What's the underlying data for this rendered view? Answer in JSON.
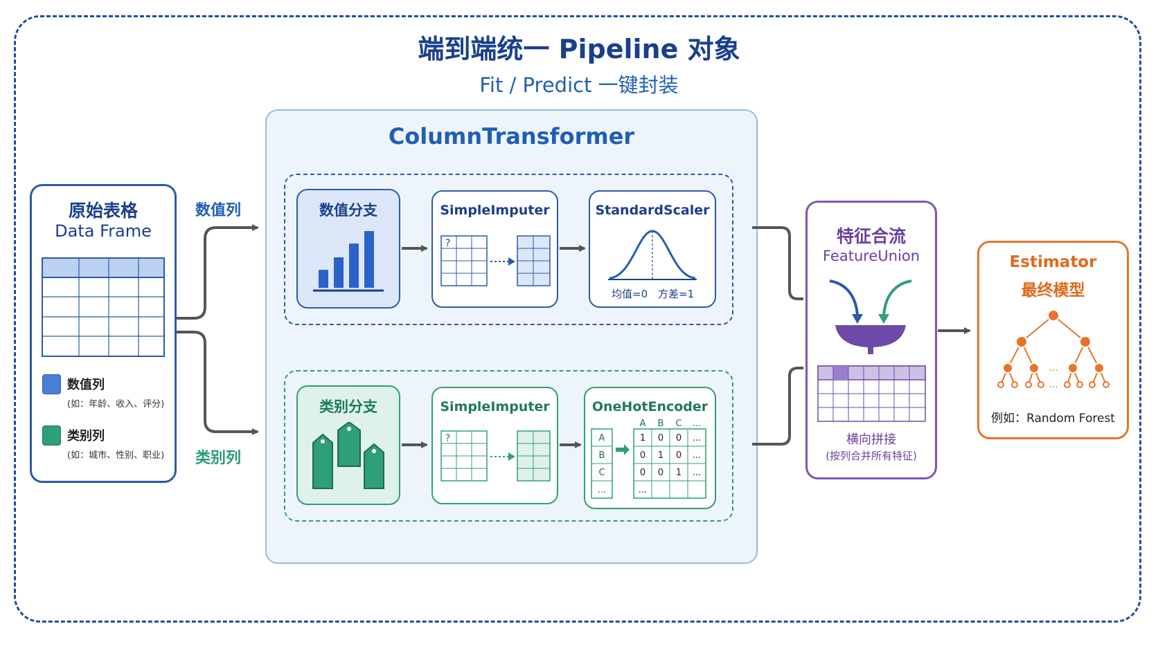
{
  "title": "端到端统一 Pipeline 对象",
  "subtitle": "Fit / Predict 一键封装",
  "data_frame": {
    "title_cn": "原始表格",
    "title_en": "Data Frame",
    "legend": [
      {
        "label": "数值列",
        "note": "(如：年龄、收入、评分)",
        "color": "#4a7fd6"
      },
      {
        "label": "类别列",
        "note": "(如：城市、性别、职业)",
        "color": "#2e9f78"
      }
    ]
  },
  "flow_labels": {
    "numeric": "数值列",
    "categorical": "类别列"
  },
  "column_transformer": {
    "title": "ColumnTransformer",
    "numeric_branch": {
      "branch_label": "数值分支",
      "imputer_label": "SimpleImputer",
      "scaler_label": "StandardScaler",
      "scaler_mean": "均值=0",
      "scaler_var": "方差=1",
      "missing_mark": "?"
    },
    "categorical_branch": {
      "branch_label": "类别分支",
      "imputer_label": "SimpleImputer",
      "encoder_label": "OneHotEncoder",
      "missing_mark": "?",
      "encoder_rows_in": [
        "A",
        "B",
        "C",
        "..."
      ],
      "encoder_cols": [
        "A",
        "B",
        "C",
        "..."
      ],
      "encoder_matrix": [
        [
          "1",
          "0",
          "0",
          "..."
        ],
        [
          "0",
          "1",
          "0",
          "..."
        ],
        [
          "0",
          "0",
          "1",
          "..."
        ],
        [
          "...",
          "",
          "",
          ""
        ]
      ]
    }
  },
  "feature_union": {
    "title_cn": "特征合流",
    "title_en": "FeatureUnion",
    "caption": "横向拼接",
    "caption_note": "(按列合并所有特征)"
  },
  "estimator": {
    "title_en": "Estimator",
    "title_cn": "最终模型",
    "dots": "...",
    "example": "例如：Random Forest"
  },
  "colors": {
    "blue": "#2b5aa8",
    "green": "#2e9f78",
    "purple": "#7d56b1",
    "orange": "#e8732a",
    "arrow": "#555555"
  }
}
